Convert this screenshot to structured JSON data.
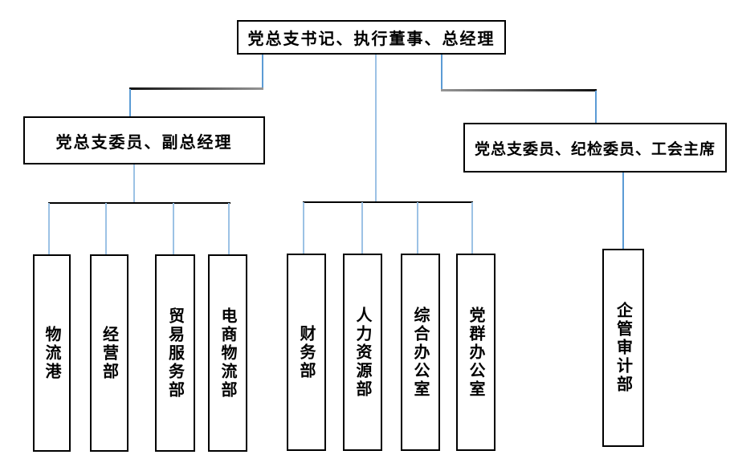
{
  "org_chart": {
    "title": "organization-structure-chart",
    "root": {
      "label": "党总支书记、执行董事、总经理"
    },
    "deputies": {
      "left": {
        "label": "党总支委员、副总经理"
      },
      "right": {
        "label": "党总支委员、纪检委员、工会主席"
      }
    },
    "departments": [
      {
        "label": "物流港",
        "parent": "党总支委员、副总经理"
      },
      {
        "label": "经营部",
        "parent": "党总支委员、副总经理"
      },
      {
        "label": "贸易服务部",
        "parent": "党总支委员、副总经理"
      },
      {
        "label": "电商物流部",
        "parent": "党总支委员、副总经理"
      },
      {
        "label": "财务部",
        "parent": "党总支书记、执行董事、总经理"
      },
      {
        "label": "人力资源部",
        "parent": "党总支书记、执行董事、总经理"
      },
      {
        "label": "综合办公室",
        "parent": "党总支书记、执行董事、总经理"
      },
      {
        "label": "党群办公室",
        "parent": "党总支书记、执行董事、总经理"
      },
      {
        "label": "企管审计部",
        "parent": "党总支委员、纪检委员、工会主席"
      }
    ],
    "colors": {
      "background": "#FFFFFF",
      "box_border": "#000000",
      "text": "#000000",
      "connector_vertical_blue": "#5B9BD5",
      "connector_vertical_light_blue": "#9CC2E5",
      "connector_horizontal_dark": "#111111",
      "connector_bus_black": "#000000"
    }
  }
}
